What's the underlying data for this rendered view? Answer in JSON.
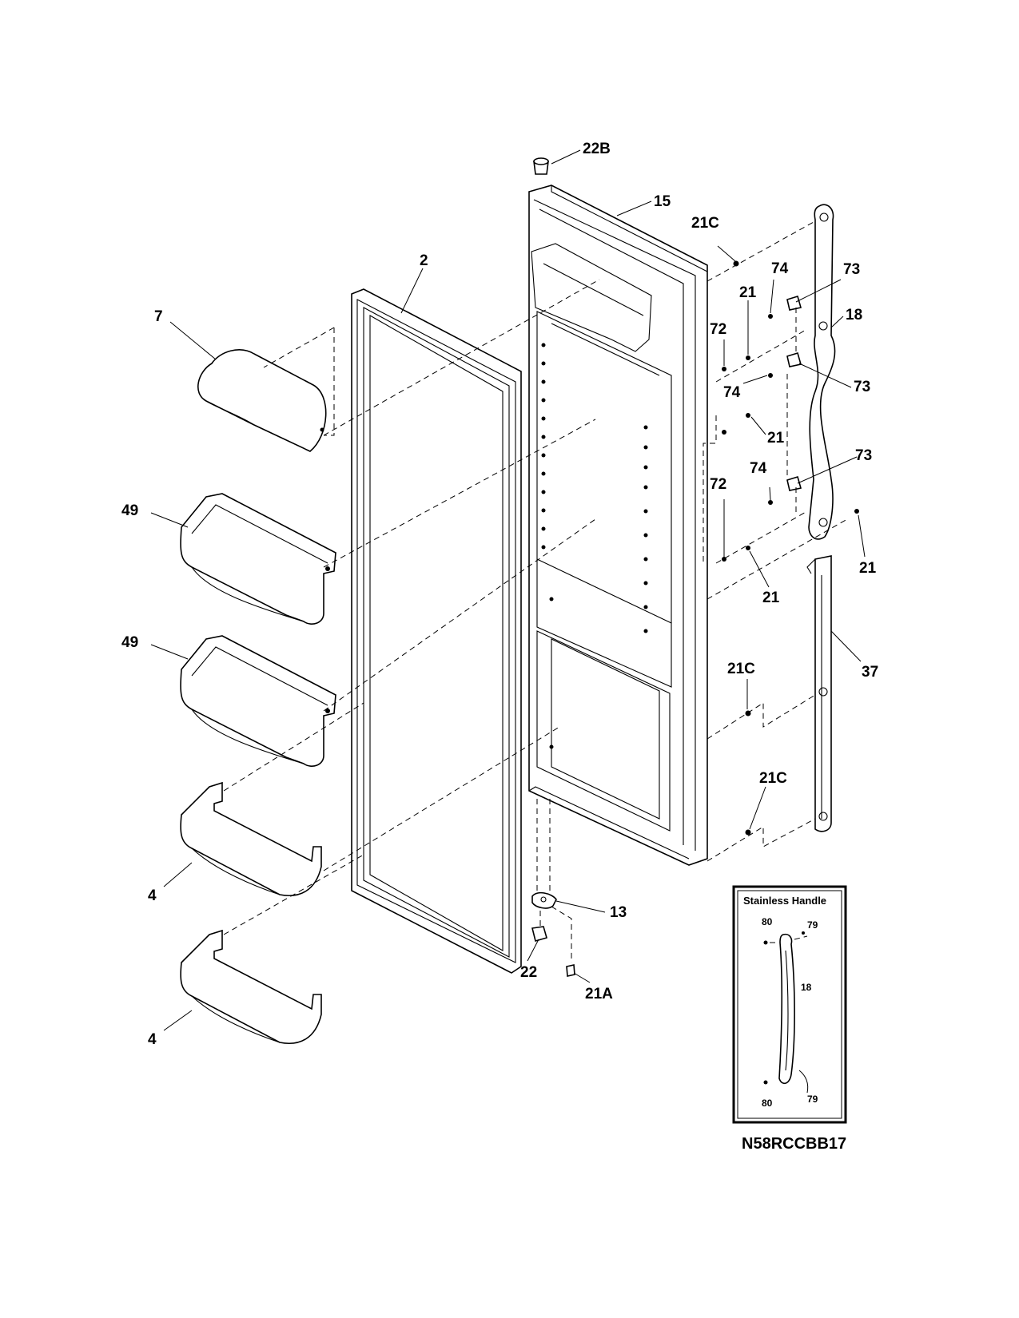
{
  "labels": {
    "p22b": "22B",
    "p15": "15",
    "p21c_top": "21C",
    "p2": "2",
    "p74_a": "74",
    "p73_a": "73",
    "p21_a": "21",
    "p18": "18",
    "p7": "7",
    "p72_a": "72",
    "p74_b": "74",
    "p73_b": "73",
    "p21_b": "21",
    "p73_c": "73",
    "p74_c": "74",
    "p72_b": "72",
    "p49_a": "49",
    "p21_c": "21",
    "p21_d": "21",
    "p37": "37",
    "p49_b": "49",
    "p21c_mid": "21C",
    "p21c_low": "21C",
    "p4_a": "4",
    "p13": "13",
    "p22": "22",
    "p21a": "21A",
    "p4_b": "4"
  },
  "inset": {
    "title": "Stainless Handle",
    "l80_top": "80",
    "l79_top": "79",
    "l18": "18",
    "l80_bot": "80",
    "l79_bot": "79"
  },
  "model_number": "N58RCCBB17"
}
